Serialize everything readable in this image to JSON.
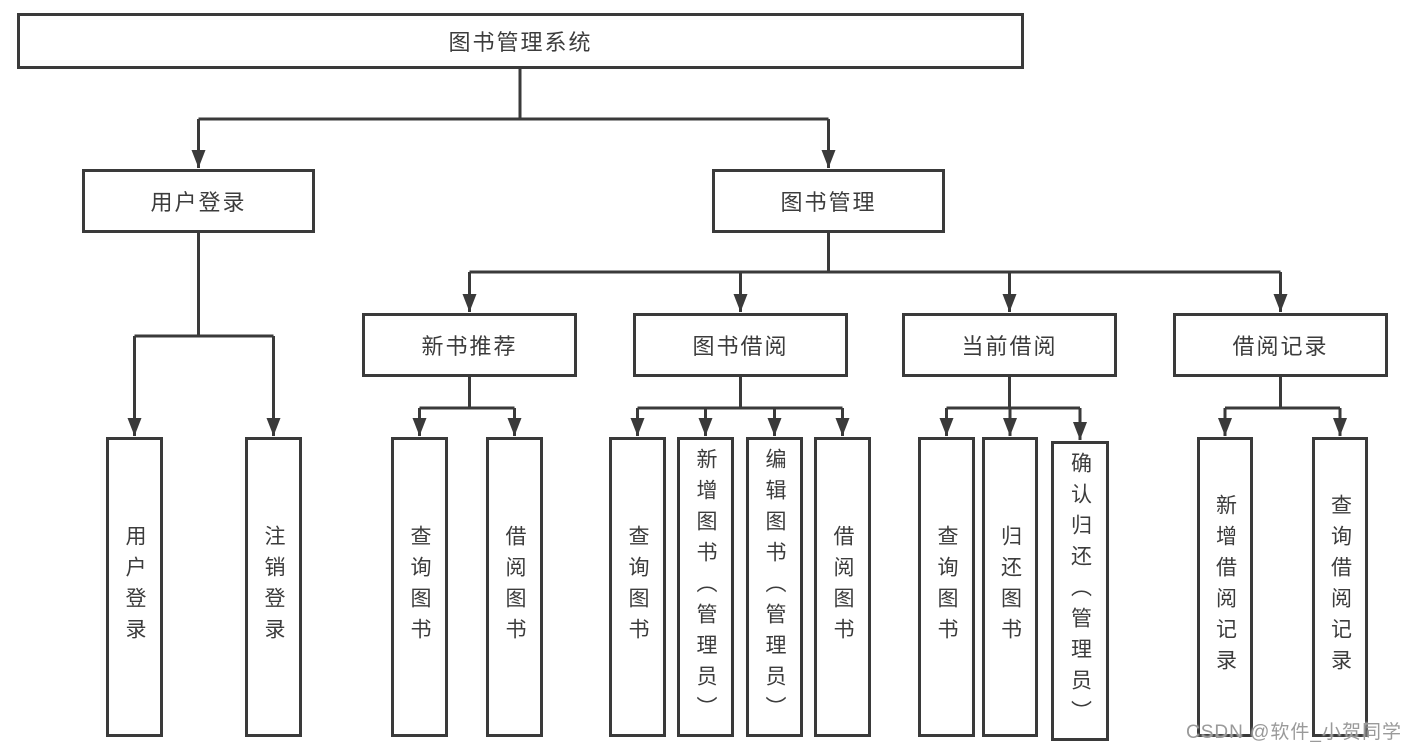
{
  "diagram": {
    "root": {
      "label": "图书管理系统"
    },
    "branches": [
      {
        "label": "用户登录",
        "children": [
          {
            "label": "用户登录"
          },
          {
            "label": "注销登录"
          }
        ]
      },
      {
        "label": "图书管理",
        "children": [
          {
            "label": "新书推荐",
            "children": [
              {
                "label": "查询图书"
              },
              {
                "label": "借阅图书"
              }
            ]
          },
          {
            "label": "图书借阅",
            "children": [
              {
                "label": "查询图书"
              },
              {
                "label": "新增图书（管理员）"
              },
              {
                "label": "编辑图书（管理员）"
              },
              {
                "label": "借阅图书"
              }
            ]
          },
          {
            "label": "当前借阅",
            "children": [
              {
                "label": "查询图书"
              },
              {
                "label": "归还图书"
              },
              {
                "label": "确认归还（管理员）"
              }
            ]
          },
          {
            "label": "借阅记录",
            "children": [
              {
                "label": "新增借阅记录"
              },
              {
                "label": "查询借阅记录"
              }
            ]
          }
        ]
      }
    ],
    "watermark": "CSDN @软件_小贺同学",
    "colors": {
      "line": "#3a3a3a",
      "node_border": "#3a3a3a",
      "node_text": "#3c3c3c",
      "background": "#ffffff",
      "watermark": "#9a9a9a"
    }
  }
}
